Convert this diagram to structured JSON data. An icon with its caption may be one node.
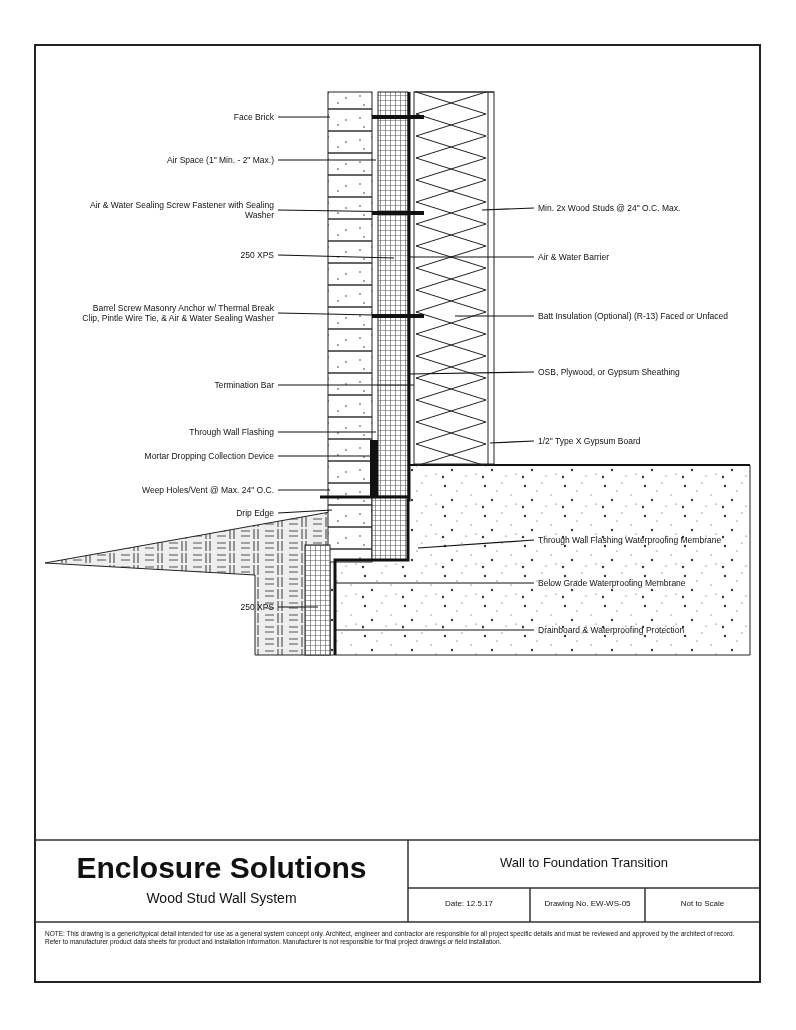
{
  "diagram": {
    "nodes": [
      {
        "text": [
          "Face Brick"
        ]
      },
      {
        "text": [
          "Air Space (1\" Min. - 2\" Max.)"
        ]
      },
      {
        "text": [
          "Air & Water Sealing Screw Fastener with Sealing Washer"
        ]
      },
      {
        "text": [
          "250 XPS"
        ]
      },
      {
        "text": [
          "Barrel Screw Masonry Anchor w/ Thermal Break Clip, Pintle Wire Tie, & Air & Water Sealing Washer"
        ]
      },
      {
        "text": [
          "Termination Bar"
        ]
      },
      {
        "text": [
          "Through Wall Flashing"
        ]
      },
      {
        "text": [
          "Mortar Dropping Collection Device"
        ]
      },
      {
        "text": [
          "Weep Holes/Vent @ Max. 24\" O.C."
        ]
      },
      {
        "text": [
          "Drip Edge"
        ]
      },
      {
        "text": [
          "250 XPS"
        ]
      },
      {
        "text": [
          "Min. 2x Wood Studs @ 24\" O.C. Max."
        ]
      },
      {
        "text": [
          "Air & Water Barrier"
        ]
      },
      {
        "text": [
          "Batt Insulation (Optional) (R-13) Faced or Unfaced"
        ]
      },
      {
        "text": [
          "OSB, Plywood, or Gypsum Sheathing"
        ]
      },
      {
        "text": [
          "1/2\" Type X Gypsum Board"
        ]
      },
      {
        "text": [
          "Through Wall Flashing Waterproofing Membrane"
        ]
      },
      {
        "text": [
          "Below Grade Waterproofing Membrane"
        ]
      },
      {
        "text": [
          "Drainboard & Waterproofing Protection"
        ]
      }
    ],
    "edges": [
      {
        "from": 0,
        "to": null,
        "arrow": "none"
      },
      {
        "from": 1,
        "to": null,
        "arrow": "none"
      },
      {
        "from": 2,
        "to": null,
        "arrow": "none"
      },
      {
        "from": 3,
        "to": null,
        "arrow": "none"
      },
      {
        "from": 4,
        "to": null,
        "arrow": "none"
      },
      {
        "from": 5,
        "to": null,
        "arrow": "none"
      },
      {
        "from": 6,
        "to": null,
        "arrow": "none"
      },
      {
        "from": 7,
        "to": null,
        "arrow": "none"
      },
      {
        "from": 8,
        "to": null,
        "arrow": "none"
      },
      {
        "from": 9,
        "to": null,
        "arrow": "none"
      },
      {
        "from": 10,
        "to": null,
        "arrow": "none"
      },
      {
        "from": 11,
        "to": null,
        "arrow": "none"
      },
      {
        "from": 12,
        "to": null,
        "arrow": "none"
      },
      {
        "from": 13,
        "to": null,
        "arrow": "none"
      },
      {
        "from": 14,
        "to": null,
        "arrow": "none"
      },
      {
        "from": 15,
        "to": null,
        "arrow": "none"
      },
      {
        "from": 16,
        "to": null,
        "arrow": "none"
      },
      {
        "from": 17,
        "to": null,
        "arrow": "none"
      },
      {
        "from": 18,
        "to": null,
        "arrow": "none"
      }
    ],
    "labels": [
      "Enclosure Solutions",
      "Wood Stud Wall System",
      "Wall to Foundation Transition",
      "Date: 12.5.17",
      "Drawing No. EW-WS-05",
      "Not to Scale",
      "NOTE: This drawing is a generic/typical detail intended for use as a general system concept only. Architect, engineer and contractor are responsible for all project specific details and must be reviewed and approved by the architect of record. Refer to manufacturer product data sheets for product and installation information. Manufacturer is not responsible for final project drawings or field installation."
    ]
  }
}
